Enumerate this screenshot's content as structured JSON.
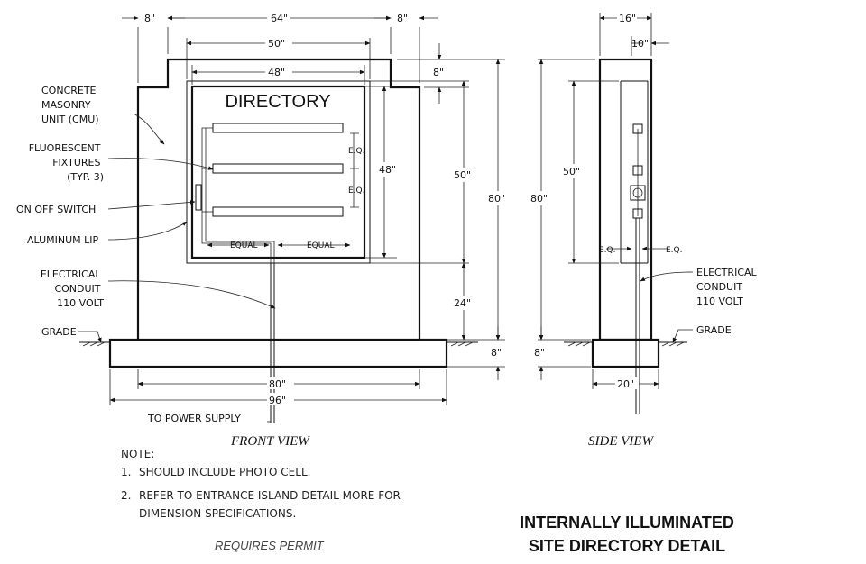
{
  "labels": {
    "cmu": [
      "CONCRETE",
      "MASONRY",
      "UNIT (CMU)"
    ],
    "fixtures": [
      "FLUORESCENT",
      "FIXTURES",
      "(TYP. 3)"
    ],
    "switch": "ON OFF SWITCH",
    "lip": "ALUMINUM LIP",
    "conduit_front": [
      "ELECTRICAL",
      "CONDUIT",
      "110 VOLT"
    ],
    "conduit_side": [
      "ELECTRICAL",
      "CONDUIT",
      "110 VOLT"
    ],
    "grade_front": "GRADE",
    "grade_side": "GRADE",
    "power": "TO POWER SUPPLY",
    "sign_text": "DIRECTORY",
    "equal": "EQUAL",
    "eq": "E.Q."
  },
  "dimensions": {
    "front": {
      "cap_left": "8\"",
      "cap_width": "64\"",
      "cap_right": "8\"",
      "frame_width": "50\"",
      "panel_width": "48\"",
      "cap_height": "8\"",
      "panel_height": "48\"",
      "frame_height": "50\"",
      "total_height": "80\"",
      "base_to_frame": "24\"",
      "footing_height": "8\"",
      "body_width": "80\"",
      "footing_width": "96\""
    },
    "side": {
      "total_depth": "16\"",
      "inner_depth": "10\"",
      "frame_height": "50\"",
      "total_height": "80\"",
      "footing_height": "8\"",
      "footing_width": "20\""
    }
  },
  "views": {
    "front": "FRONT VIEW",
    "side": "SIDE VIEW"
  },
  "notes": {
    "heading": "NOTE:",
    "items": [
      {
        "num": "1.",
        "lines": [
          "SHOULD INCLUDE PHOTO CELL."
        ]
      },
      {
        "num": "2.",
        "lines": [
          "REFER TO ENTRANCE ISLAND DETAIL MORE FOR",
          "DIMENSION SPECIFICATIONS."
        ]
      }
    ]
  },
  "permit": "REQUIRES PERMIT",
  "title": [
    "INTERNALLY ILLUMINATED",
    "SITE DIRECTORY DETAIL"
  ]
}
